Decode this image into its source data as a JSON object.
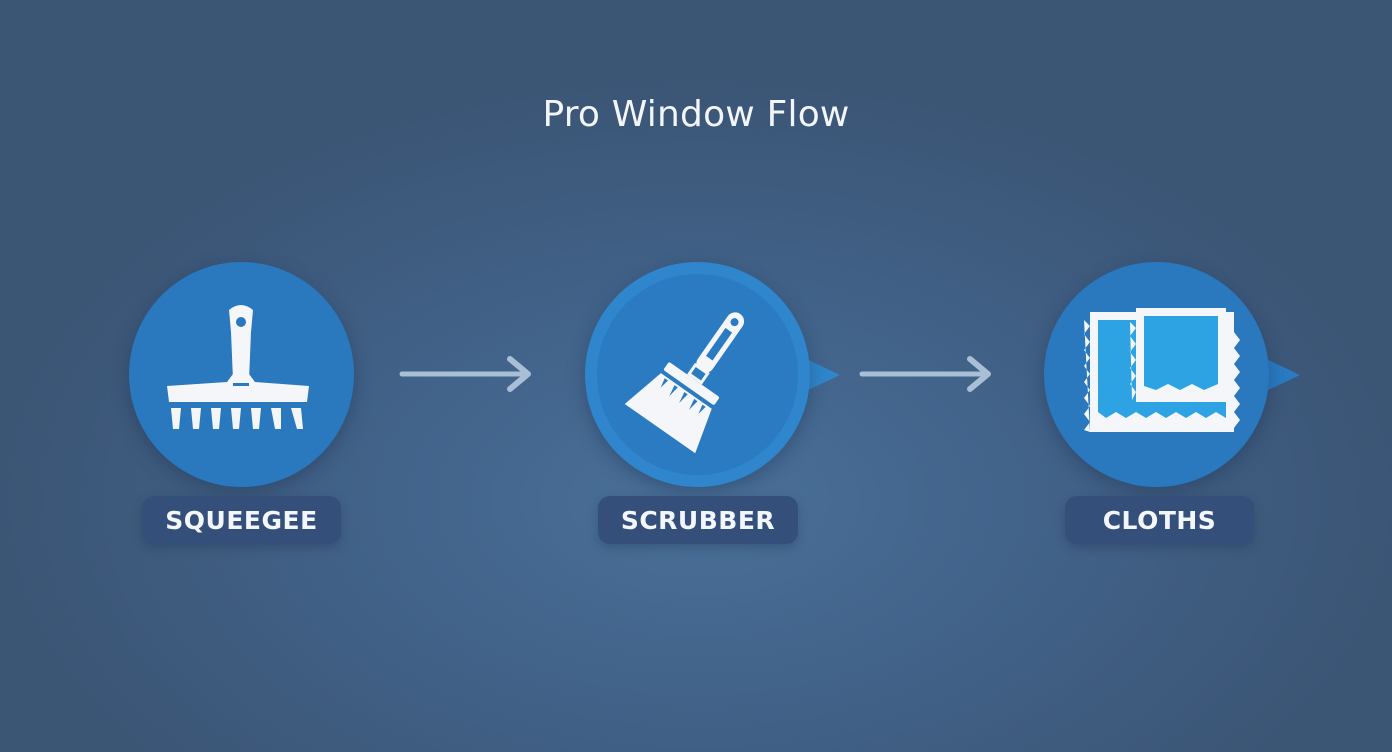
{
  "title": "Pro Window Flow",
  "steps": [
    {
      "label": "SQUEEGEE",
      "icon": "squeegee-icon"
    },
    {
      "label": "SCRUBBER",
      "icon": "scrubber-brush-icon"
    },
    {
      "label": "CLOTHS",
      "icon": "cloths-icon"
    }
  ],
  "connectors": [
    "arrow-right",
    "arrow-right"
  ],
  "colors": {
    "background": "#42638a",
    "circle": "#2a78bd",
    "label_bg": "#34507a",
    "arrow": "#a9bfd6",
    "text": "#f2f5f9"
  }
}
